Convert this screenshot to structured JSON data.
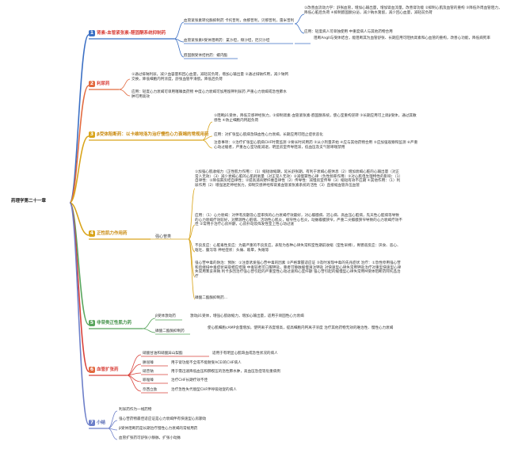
{
  "colors": {
    "branch1": "#3b6fc4",
    "branch2": "#e26a3f",
    "branch3": "#d9a51c",
    "branch4": "#d9a51c",
    "branch5": "#58a55c",
    "branch6": "#d9413a",
    "branch7": "#6d7fc9"
  },
  "root": "药理学第二十一章",
  "b1": {
    "num": "1",
    "title": "肾素-血管紧张素-醛固酮系统抑制药",
    "acei": "血管紧张素转化酶抑制药 卡托普利，依那普利，贝那普利，雷米普利",
    "acei_mech1": "①改善血流动力学：舒张血管，增加心输出量，增加肾血流量，改善肾功能 ②抑制心肌及血管的重构 ③降低外周血管阻力，降低心脏后负荷 ④抑制醛固酮分泌，减少钠水潴留，减少回心血量，减轻前负荷",
    "acei_mech2": "应用：轻度病人可单独使用 中重度病人与其他药物合用",
    "arb": "血管紧张素II受体阻断药：氯沙坦，缬沙坦，厄贝沙坦",
    "arb_mech": "阻断AngII与受体结合，能阻断其为血管舒张、长期应用可阻抗肾素和心血管的重构，改善心功能，降低病死率",
    "ald": "醛固酮受体拮抗药：螺内酯"
  },
  "b2": {
    "num": "2",
    "title": "利尿药",
    "mech": "①通过排钠利尿，减少血容量和回心血量，减轻前负荷，增加心输出量 ②通过排钠作用，减少钠钙交换，降低细胞内钙浓度，舒张血管平滑肌，降低后负荷",
    "use": "应用：轻度心力衰竭可单用噻嗪类药物 中度心力衰竭可加用留钾利尿药 严重心力衰竭或急性肺水肿可用高效"
  },
  "b3": {
    "num": "3",
    "title": "β受体阻断药：以卡维地洛为治疗慢性心力衰竭的常规用药",
    "mech": "①阻断β1受体，降低交感神经张力，②抑制肾素-血管紧张素-醛固酮系统，使心室重构逆转 ③长期应用可上调β受体，通过其敏感性 ④防止细胞内钙超负荷",
    "use": "应用：对扩张型心肌病急缺血性心力衰竭，长期应用可阻止症状恶化",
    "note": "注意事项：①治疗扩张型心肌病CHF时需监测 ②要长时间用药 ③从小剂量开始 ④应与其他药物合用 ⑤应加强观察和监测 ⑥严重心动过缓者，严重左心室功能减退，明显房室传导阻滞，低血压及支气管哮喘禁用"
  },
  "b4": {
    "num": "4",
    "title": "正性肌力作用药",
    "sub": "强心苷类",
    "effect": "①加强心肌收缩力（正性肌力作用）：（1）缩短收缩期，延长舒张期，有利于衰竭心脏休息（2）增加衰竭心脏的心输出量（对正常人无效）（3）减少衰竭心脏的心肌耗氧量（对正常人无效）②减慢窦性心律（负性频率作用）③对心肌电生理特性的影响：（1）自律性：①降低窦房结自律性；②提高浦肯野纤维自律性（2）传导性：减慢房室传导（3）缩短有效不应期 ④其他作用：（1）利尿作用（2）增强迷走神经张力，抑制交感神经和肾素血管紧张素系统的活性（3）直接缩血管升压血管",
    "use": "应用：（1）心力衰竭：对伴有房颤及心室率快的心力衰竭疗效最好，对心瓣膜病、冠心病、高血压心脏病，先天性心脏病等导致的心力衰竭疗效较好，对肺源性心脏病、活动性心肌炎，缩窄性心包炎，动脉瓣膜狭窄，严重二尖瓣膜狭窄导致的心力衰竭疗效不佳 ②常用于治疗心房纤颤，心房扑动及阵发性室上性心动过速",
    "adverse": "不良反应：心脏毒性反应：为最严重的不良反应，表现为各种心律失常和室性期前收缩（室性早搏），胃肠道反应：厌食、恶心、呕吐、腹泻等 神经症状：头痛、眩晕，失眠等",
    "poison": "强心苷中毒的防治：预防：①注意诱发强心苷中毒的因素 ②严格掌握适应证 ③及时发现中毒的先兆症状 治疗：①急性停用强心苷和后继排中毒症状采取相应措施 中毒较者可口服钾盐，重者可静脉缓慢滴注钾盐 对快速型心律失常用钾盐治疗对重型快速型心律失常用苯妥英钠 利卡多因治疗强心苷引起的严重室性心动过速和心室纤颤 强心苷引起的缓慢型心律失常用M受体阻断药阿托品治疗",
    "other": "磷酸二酯酶抑制药..."
  },
  "b5": {
    "num": "5",
    "title": "非苷类正性肌力药",
    "beta": "β受体激动药",
    "beta_desc": "激动β1受体，增强心肌收缩力，增加心输出量，适用于顽固性心力衰竭",
    "pde": "磷酸二酯酶抑制药",
    "pde_desc": "使心肌细胞cAMP含量增加，使钙离子浓度增高，提高细胞内钙离子浓度 治疗其他药物无效的难治性、慢性心力衰竭"
  },
  "b6": {
    "num": "6",
    "title": "血管扩张药",
    "d1": "硝酸甘油和硝酸异山梨酯",
    "d1_desc": "适用于有明显心肌缺血或急性状况的病人",
    "d2": "肼屈嗪",
    "d2_desc": "用于肾功能不全或不能耐受ACEI的CHF病人",
    "d3": "硝普钠",
    "d3_desc": "用于需迅速降低血压和肺楔压的急性肺水肿，高血压急症等危重病例",
    "d4": "哌唑嗪",
    "d4_desc": "治疗CHF长期疗效不佳",
    "d5": "奈西立肽",
    "d5_desc": "治疗急性失代偿型CHF伴呼吸短促的病人"
  },
  "b7": {
    "num": "7",
    "title": "小结",
    "s1": "利尿药作为一线药物",
    "s2": "强心苷药物最佳适应证是心力衰竭伴有快速型心房颤动",
    "s3": "β受体阻断药是长期治疗慢性心力衰竭的常规用药",
    "s4": "血管扩张药可舒张小静脉，扩张小动脉"
  }
}
